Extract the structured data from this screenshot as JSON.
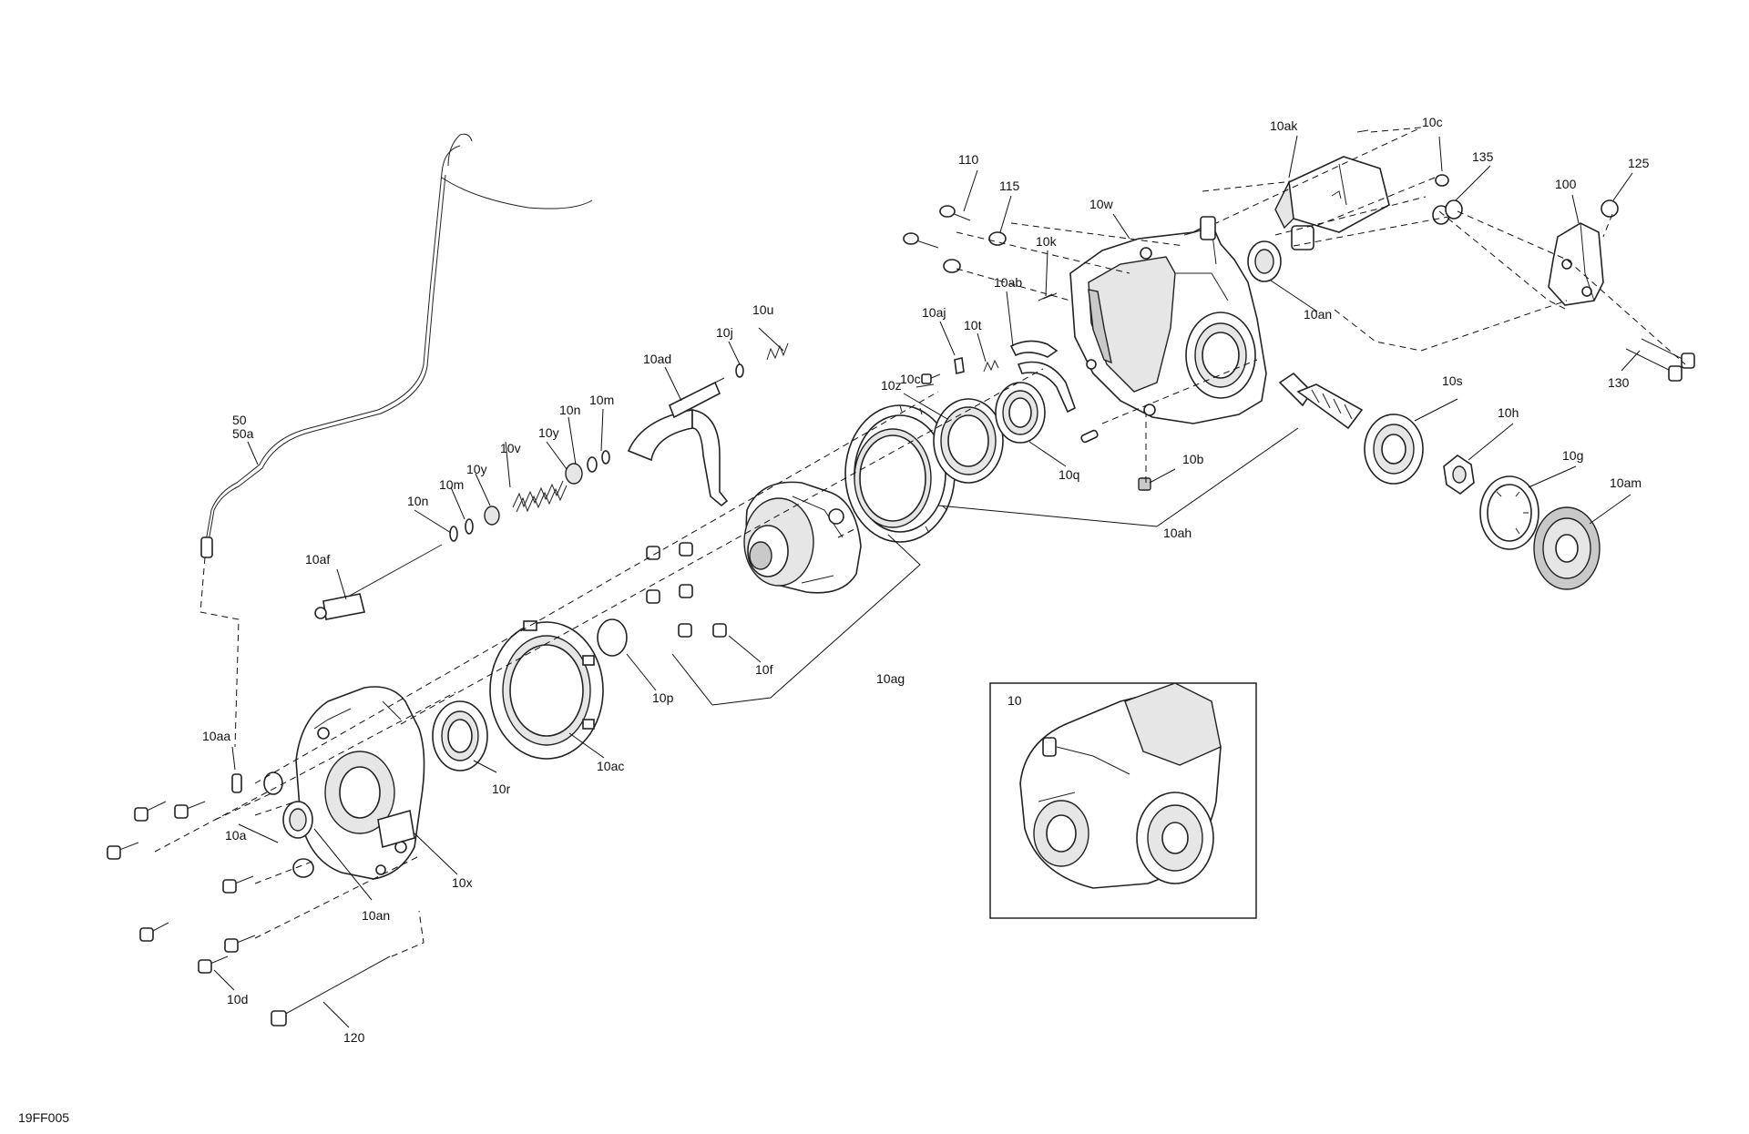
{
  "diagram": {
    "figure_code": "19FF005",
    "inset_label": "10",
    "callouts": {
      "c50": "50",
      "c50a": "50a",
      "c10af": "10af",
      "c10aa": "10aa",
      "c10a": "10a",
      "c10an_left": "10an",
      "c10x": "10x",
      "c10d": "10d",
      "c120": "120",
      "c10n_1": "10n",
      "c10m_1": "10m",
      "c10y_1": "10y",
      "c10v": "10v",
      "c10y_2": "10y",
      "c10n_2": "10n",
      "c10m_2": "10m",
      "c10ad": "10ad",
      "c10j": "10j",
      "c10u": "10u",
      "c10r": "10r",
      "c10ac": "10ac",
      "c10p": "10p",
      "c10f": "10f",
      "c10ag": "10ag",
      "c10c_left": "10c",
      "c10aj": "10aj",
      "c10t": "10t",
      "c10ab": "10ab",
      "c10k": "10k",
      "c10z": "10z",
      "c10q": "10q",
      "c10ah": "10ah",
      "c10b": "10b",
      "c110": "110",
      "c115": "115",
      "c10w": "10w",
      "c10ak": "10ak",
      "c10c_right": "10c",
      "c10an_right": "10an",
      "c135": "135",
      "c100": "100",
      "c125": "125",
      "c130": "130",
      "c10s": "10s",
      "c10h": "10h",
      "c10g": "10g",
      "c10am": "10am"
    }
  }
}
